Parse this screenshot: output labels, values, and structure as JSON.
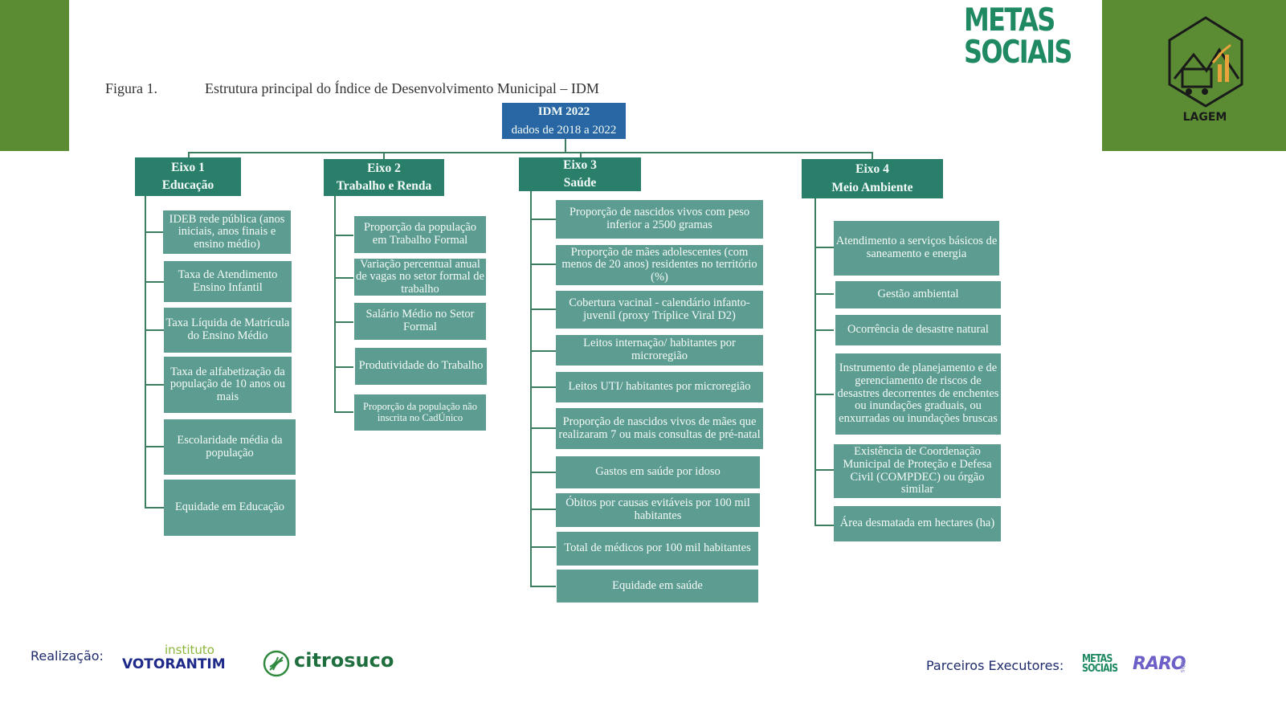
{
  "brand": {
    "metas_line1": "METAS",
    "metas_line2": "SOCIAIS",
    "lagem": "LAGEM"
  },
  "figure": {
    "label": "Figura 1.",
    "title": "Estrutura principal do Índice de Desenvolvimento Municipal – IDM"
  },
  "root": {
    "title": "IDM 2022",
    "subtitle": "dados de 2018 a 2022"
  },
  "axes": [
    {
      "name": "Eixo 1",
      "label": "Educação",
      "indicators": [
        "IDEB rede pública (anos iniciais, anos finais e ensino médio)",
        "Taxa de Atendimento Ensino Infantil",
        "Taxa Líquida de Matrícula do Ensino Médio",
        "Taxa de alfabetização da população de 10 anos ou mais",
        "Escolaridade média da população",
        "Equidade em Educação"
      ]
    },
    {
      "name": "Eixo 2",
      "label": "Trabalho e Renda",
      "indicators": [
        "Proporção da população em Trabalho Formal",
        "Variação percentual anual de vagas no setor formal de trabalho",
        "Salário Médio no Setor Formal",
        "Produtividade do Trabalho",
        "Proporção da população não inscrita no CadÚnico"
      ]
    },
    {
      "name": "Eixo 3",
      "label": "Saúde",
      "indicators": [
        "Proporção de nascidos vivos com peso inferior a 2500 gramas",
        "Proporção de mães adolescentes (com menos de 20 anos) residentes no território (%)",
        "Cobertura vacinal - calendário infanto-juvenil (proxy Tríplice Viral D2)",
        "Leitos internação/ habitantes por microregião",
        "Leitos UTI/ habitantes por microregião",
        "Proporção de nascidos vivos de mães que realizaram 7 ou mais consultas de pré-natal",
        "Gastos em saúde por idoso",
        "Óbitos por causas evitáveis por 100 mil habitantes",
        "Total de médicos por 100 mil habitantes",
        "Equidade em saúde"
      ]
    },
    {
      "name": "Eixo 4",
      "label": "Meio Ambiente",
      "indicators": [
        "Atendimento a serviços básicos de saneamento e energia",
        "Gestão ambiental",
        "Ocorrência de desastre natural",
        "Instrumento de planejamento e de gerenciamento de riscos de desastres decorrentes de enchentes ou inundações graduais, ou enxurradas ou inundações bruscas",
        "Existência de Coordenação Municipal de Proteção e Defesa Civil (COMPDEC) ou órgão similar",
        "Área desmatada em hectares (ha)"
      ]
    }
  ],
  "footer": {
    "realizacao": "Realização:",
    "votorantim_top": "instituto",
    "votorantim_name": "VOTORANTIM",
    "citrosuco": "citrosuco",
    "parceiros": "Parceiros Executores:",
    "metas_small_1": "METAS",
    "metas_small_2": "SOCIAIS",
    "raro": "RARO",
    "labs": "labs"
  },
  "colors": {
    "corner_green": "#5b8c33",
    "root_blue": "#2867a3",
    "axis_teal": "#2a7f6b",
    "indicator_teal": "#5d9c90",
    "metas_green": "#1f8a62"
  }
}
